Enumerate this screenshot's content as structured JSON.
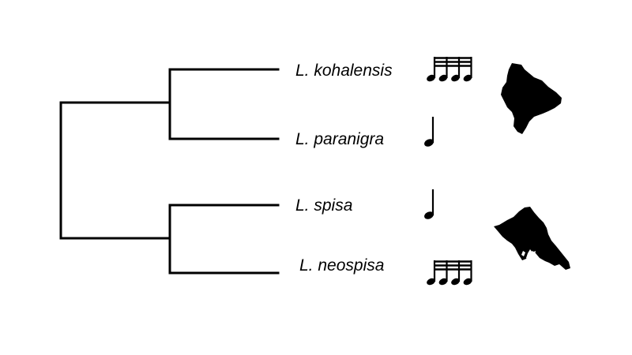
{
  "taxa": [
    {
      "label": "L. kohalensis",
      "song": "fast-trill-note-icon",
      "island": "big-island-hawaii"
    },
    {
      "label": "L. paranigra",
      "song": "single-quarter-note-icon",
      "island": "big-island-hawaii"
    },
    {
      "label": "L. spisa",
      "song": "single-quarter-note-icon",
      "island": "oahu"
    },
    {
      "label": "L. neospisa",
      "song": "fast-trill-note-icon",
      "island": "oahu"
    }
  ],
  "islands": [
    {
      "name": "big-island-silhouette-icon"
    },
    {
      "name": "oahu-silhouette-icon"
    }
  ],
  "colors": {
    "ink": "#000000",
    "background": "#ffffff"
  }
}
